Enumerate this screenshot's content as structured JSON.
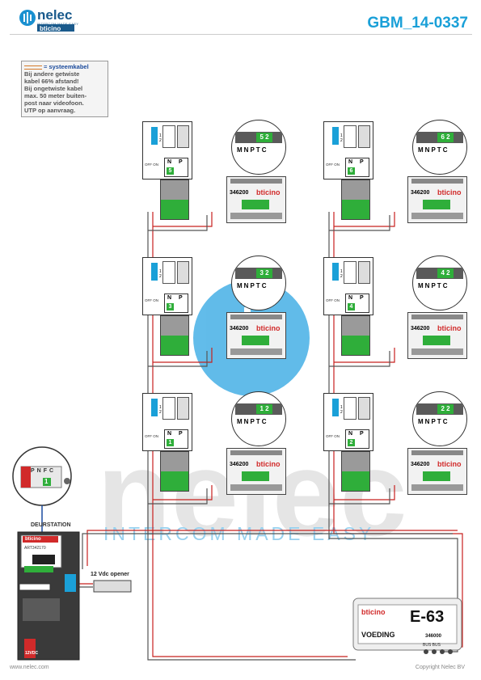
{
  "header": {
    "logo_name": "nelec",
    "logo_tagline": "INTERCOM MADE EASY",
    "brand": "bticino",
    "title": "GBM_14-0337"
  },
  "note": {
    "label": "= systeemkabel",
    "lines": [
      "Bij andere getwiste",
      "kabel 66% afstand!",
      "Bij ongetwiste kabel",
      "max. 50 meter buiten-",
      "post naar videofoon.",
      "UTP op aanvraag."
    ]
  },
  "watermark": {
    "word": "nelec",
    "tagline": "INTERCOM MADE EASY"
  },
  "phone_units": [
    {
      "id": "5",
      "code": "5 2",
      "model": "346200",
      "brand": "bticino",
      "switch": "OFF ON",
      "terminals": [
        "N",
        "P"
      ],
      "jack": [
        "1",
        "2"
      ]
    },
    {
      "id": "6",
      "code": "6 2",
      "model": "346200",
      "brand": "bticino",
      "switch": "OFF ON",
      "terminals": [
        "N",
        "P"
      ],
      "jack": [
        "1",
        "2"
      ]
    },
    {
      "id": "3",
      "code": "3 2",
      "model": "346200",
      "brand": "bticino",
      "switch": "OFF ON",
      "terminals": [
        "N",
        "P"
      ],
      "jack": [
        "1",
        "2"
      ]
    },
    {
      "id": "4",
      "code": "4 2",
      "model": "346200",
      "brand": "bticino",
      "switch": "OFF ON",
      "terminals": [
        "N",
        "P"
      ],
      "jack": [
        "1",
        "2"
      ]
    },
    {
      "id": "1",
      "code": "1 2",
      "model": "346200",
      "brand": "bticino",
      "switch": "OFF ON",
      "terminals": [
        "N",
        "P"
      ],
      "jack": [
        "1",
        "2"
      ]
    },
    {
      "id": "2",
      "code": "2 2",
      "model": "346200",
      "brand": "bticino",
      "switch": "OFF ON",
      "terminals": [
        "N",
        "P"
      ],
      "jack": [
        "1",
        "2"
      ]
    }
  ],
  "interface_labels": [
    "M",
    "N",
    "P",
    "T",
    "C"
  ],
  "door_station": {
    "title": "DEURSTATION",
    "brand": "bticino",
    "model": "ART342170",
    "zoom_labels": [
      "P",
      "N",
      "F",
      "C"
    ],
    "zoom_value": "1",
    "label_tag": "12VDC"
  },
  "opener": {
    "label": "12 Vdc opener"
  },
  "power_supply": {
    "brand": "bticino",
    "model_big": "E-63",
    "name": "VOEDING",
    "model": "346000",
    "terminals": "BUS  BUS"
  },
  "footer": {
    "left": "www.nelec.com",
    "right": "Copyright Nelec BV"
  },
  "colors": {
    "wire_red": "#c8201e",
    "wire_gray": "#555555",
    "terminal_green": "#2fae3a",
    "accent_blue": "#1aa0d8",
    "watermark_blue": "#3aa8e0"
  }
}
